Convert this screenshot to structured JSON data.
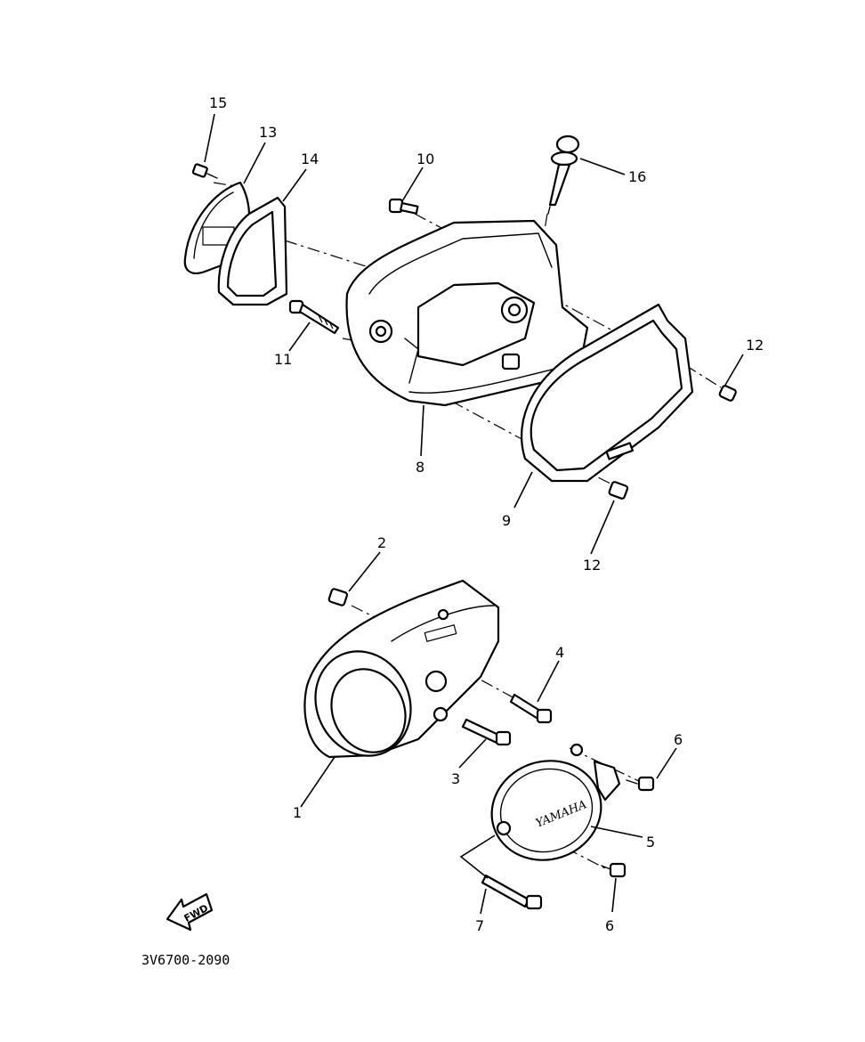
{
  "diagram": {
    "part_numbers": {
      "p1": "1",
      "p2": "2",
      "p3": "3",
      "p4": "4",
      "p5": "5",
      "p6a": "6",
      "p6b": "6",
      "p7": "7",
      "p8": "8",
      "p9": "9",
      "p10": "10",
      "p11": "11",
      "p12a": "12",
      "p12b": "12",
      "p13": "13",
      "p14": "14",
      "p15": "15",
      "p16": "16"
    },
    "cover_brand": "YAMAHA",
    "direction_label": "FWD",
    "drawing_code": "3V6700-2090"
  }
}
